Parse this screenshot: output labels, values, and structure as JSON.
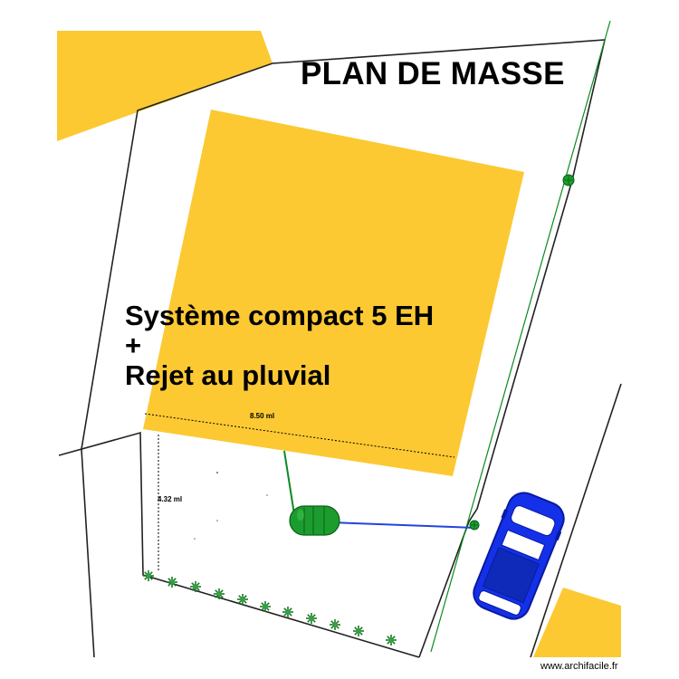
{
  "title": "PLAN DE MASSE",
  "system_label": {
    "line1": "Système compact 5 EH",
    "line2": "+",
    "line3": "Rejet au pluvial"
  },
  "dimensions": {
    "width": "8.50 ml",
    "depth": "4.32 ml"
  },
  "credit": "www.archifacile.fr",
  "colors": {
    "building": "#fcc933",
    "outline": "#222222",
    "green_pipe": "#0c8a1e",
    "blue_pipe": "#2244dd",
    "tank": "#1c9c2e",
    "car": "#1430e8"
  },
  "icons": [
    "shrub-icon",
    "car-icon",
    "tank-icon",
    "manhole-icon"
  ]
}
